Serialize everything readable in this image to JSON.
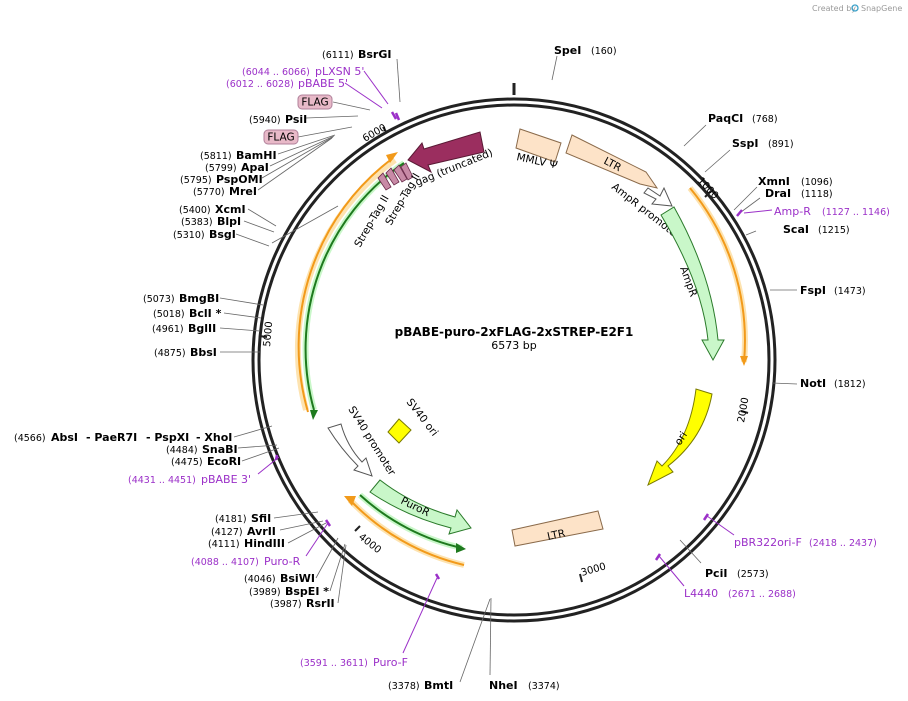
{
  "credit": {
    "prefix": "Created by",
    "brand": "SnapGene"
  },
  "map": {
    "title": "pBABE-puro-2xFLAG-2xSTREP-E2F1",
    "length_label": "6573 bp",
    "total_bp": 6573
  },
  "ticks": [
    {
      "bp": 1000,
      "label": "1000"
    },
    {
      "bp": 2000,
      "label": "2000"
    },
    {
      "bp": 3000,
      "label": "3000"
    },
    {
      "bp": 4000,
      "label": "4000"
    },
    {
      "bp": 5000,
      "label": "5000"
    },
    {
      "bp": 6000,
      "label": "6000"
    }
  ],
  "enzymes": [
    {
      "name": "SpeI",
      "pos": "(160)"
    },
    {
      "name": "PaqCI",
      "pos": "(768)"
    },
    {
      "name": "SspI",
      "pos": "(891)"
    },
    {
      "name": "XmnI",
      "pos": "(1096)"
    },
    {
      "name": "DraI",
      "pos": "(1118)"
    },
    {
      "name": "ScaI",
      "pos": "(1215)"
    },
    {
      "name": "FspI",
      "pos": "(1473)"
    },
    {
      "name": "NotI",
      "pos": "(1812)"
    },
    {
      "name": "PciI",
      "pos": "(2573)"
    },
    {
      "name": "NheI",
      "pos": "(3374)"
    },
    {
      "name": "BmtI",
      "pos": "(3378)"
    },
    {
      "name": "RsrII",
      "pos": "(3987)"
    },
    {
      "name": "BspEI *",
      "pos": "(3989)"
    },
    {
      "name": "BsiWI",
      "pos": "(4046)"
    },
    {
      "name": "HindIII",
      "pos": "(4111)"
    },
    {
      "name": "AvrII",
      "pos": "(4127)"
    },
    {
      "name": "SfiI",
      "pos": "(4181)"
    },
    {
      "name": "EcoRI",
      "pos": "(4475)"
    },
    {
      "name": "SnaBI",
      "pos": "(4484)"
    },
    {
      "name": "AbsI",
      "pos": "(4566)"
    },
    {
      "name": "PaeR7I",
      "pos": ""
    },
    {
      "name": "PspXI",
      "pos": ""
    },
    {
      "name": "XhoI",
      "pos": ""
    },
    {
      "name": "BbsI",
      "pos": "(4875)"
    },
    {
      "name": "BglII",
      "pos": "(4961)"
    },
    {
      "name": "BclI *",
      "pos": "(5018)"
    },
    {
      "name": "BmgBI",
      "pos": "(5073)"
    },
    {
      "name": "BsgI",
      "pos": "(5310)"
    },
    {
      "name": "BlpI",
      "pos": "(5383)"
    },
    {
      "name": "XcmI",
      "pos": "(5400)"
    },
    {
      "name": "MreI",
      "pos": "(5770)"
    },
    {
      "name": "PspOMI",
      "pos": "(5795)"
    },
    {
      "name": "ApaI",
      "pos": "(5799)"
    },
    {
      "name": "BamHI",
      "pos": "(5811)"
    },
    {
      "name": "PsiI",
      "pos": "(5940)"
    },
    {
      "name": "BsrGI",
      "pos": "(6111)"
    }
  ],
  "primers": [
    {
      "name": "pLXSN 5'",
      "pos": "(6044 .. 6066)"
    },
    {
      "name": "pBABE 5'",
      "pos": "(6012 .. 6028)"
    },
    {
      "name": "Amp-R",
      "pos": "(1127 .. 1146)"
    },
    {
      "name": "pBR322ori-F",
      "pos": "(2418 .. 2437)"
    },
    {
      "name": "L4440",
      "pos": "(2671 .. 2688)"
    },
    {
      "name": "Puro-F",
      "pos": "(3591 .. 3611)"
    },
    {
      "name": "Puro-R",
      "pos": "(4088 .. 4107)"
    },
    {
      "name": "pBABE 3'",
      "pos": "(4431 .. 4451)"
    }
  ],
  "tags": [
    {
      "label": "FLAG"
    },
    {
      "label": "FLAG"
    }
  ],
  "features": {
    "mmlv": "MMLV Ψ",
    "ltr_top": "LTR",
    "ampr_promoter": "AmpR promoter",
    "ampr": "AmpR",
    "ori": "ori",
    "ltr_bottom": "LTR",
    "puror": "PuroR",
    "sv40_promoter": "SV40 promoter",
    "sv40_ori": "SV40 ori",
    "gag": "gag (truncated)",
    "strep1": "Strep-Tag II",
    "strep2": "Strep-Tag II"
  },
  "colors": {
    "backbone": "#222222",
    "ltr": "#fde3c8",
    "ampr": "#c9f7c9",
    "ori": "#ffff00",
    "gag": "#9b2e5f",
    "strep": "#c88aa6",
    "orf_orange": "#f29a1a",
    "orf_green": "#1e7a1e",
    "primer": "#9b30c8"
  }
}
